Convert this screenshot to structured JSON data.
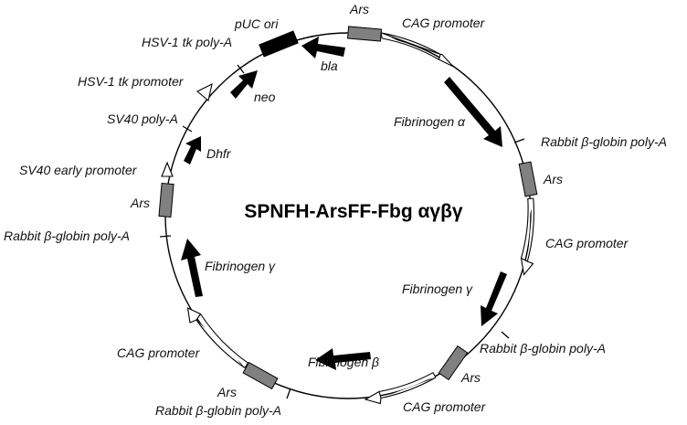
{
  "diagram": {
    "title": "SPNFH-ArsFF-Fbg αγβγ",
    "colors": {
      "backbone": "#000000",
      "gene_arrow": "#000000",
      "ars_box": "#808080",
      "ori_box": "#000000",
      "promoter_fill": "#ffffff",
      "text": "#111111"
    },
    "labels": {
      "ars_top": "Ars",
      "cag_promoter_1": "CAG promoter",
      "pucori": "pUC ori",
      "bla": "bla",
      "hsv_polya": "HSV-1 tk poly-A",
      "hsv_promoter": "HSV-1 tk promoter",
      "neo": "neo",
      "sv40_polya": "SV40 poly-A",
      "dhfr": "Dhfr",
      "sv40_promoter": "SV40 early promoter",
      "ars_left": "Ars",
      "rabbit_polya_left": "Rabbit β-globin poly-A",
      "fib_gamma_left": "Fibrinogen γ",
      "cag_promoter_4": "CAG promoter",
      "ars_bottom_left": "Ars",
      "rabbit_polya_bottom": "Rabbit β-globin poly-A",
      "fib_beta": "Fibrinogen β",
      "cag_promoter_3": "CAG promoter",
      "ars_bottom_right": "Ars",
      "rabbit_polya_right_lower": "Rabbit β-globin poly-A",
      "fib_gamma_right": "Fibrinogen γ",
      "cag_promoter_2": "CAG promoter",
      "ars_right": "Ars",
      "rabbit_polya_right_upper": "Rabbit β-globin poly-A",
      "fib_alpha": "Fibrinogen α"
    }
  }
}
